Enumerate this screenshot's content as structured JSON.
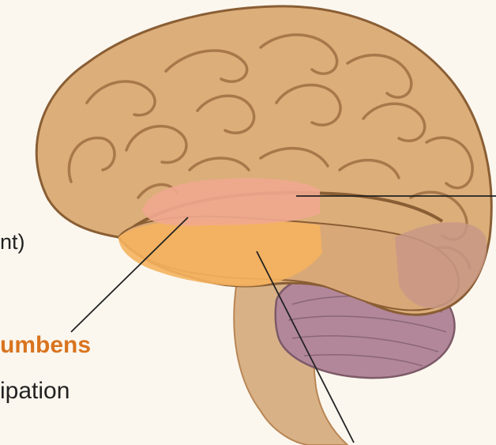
{
  "labels": {
    "region_top": "nt)",
    "region_middle": "umbens",
    "region_bottom": "ipation"
  },
  "colors": {
    "background": "#fbf7ef",
    "brain_tan": "#dcae7a",
    "brain_shadow": "#b98654",
    "highlight_pink": "#f0a98f",
    "highlight_orange": "#f4b35e",
    "accent_text": "#d9741f",
    "cerebellum": "#b2879a",
    "brainstem": "#d8b187",
    "leader_line": "#222222"
  }
}
